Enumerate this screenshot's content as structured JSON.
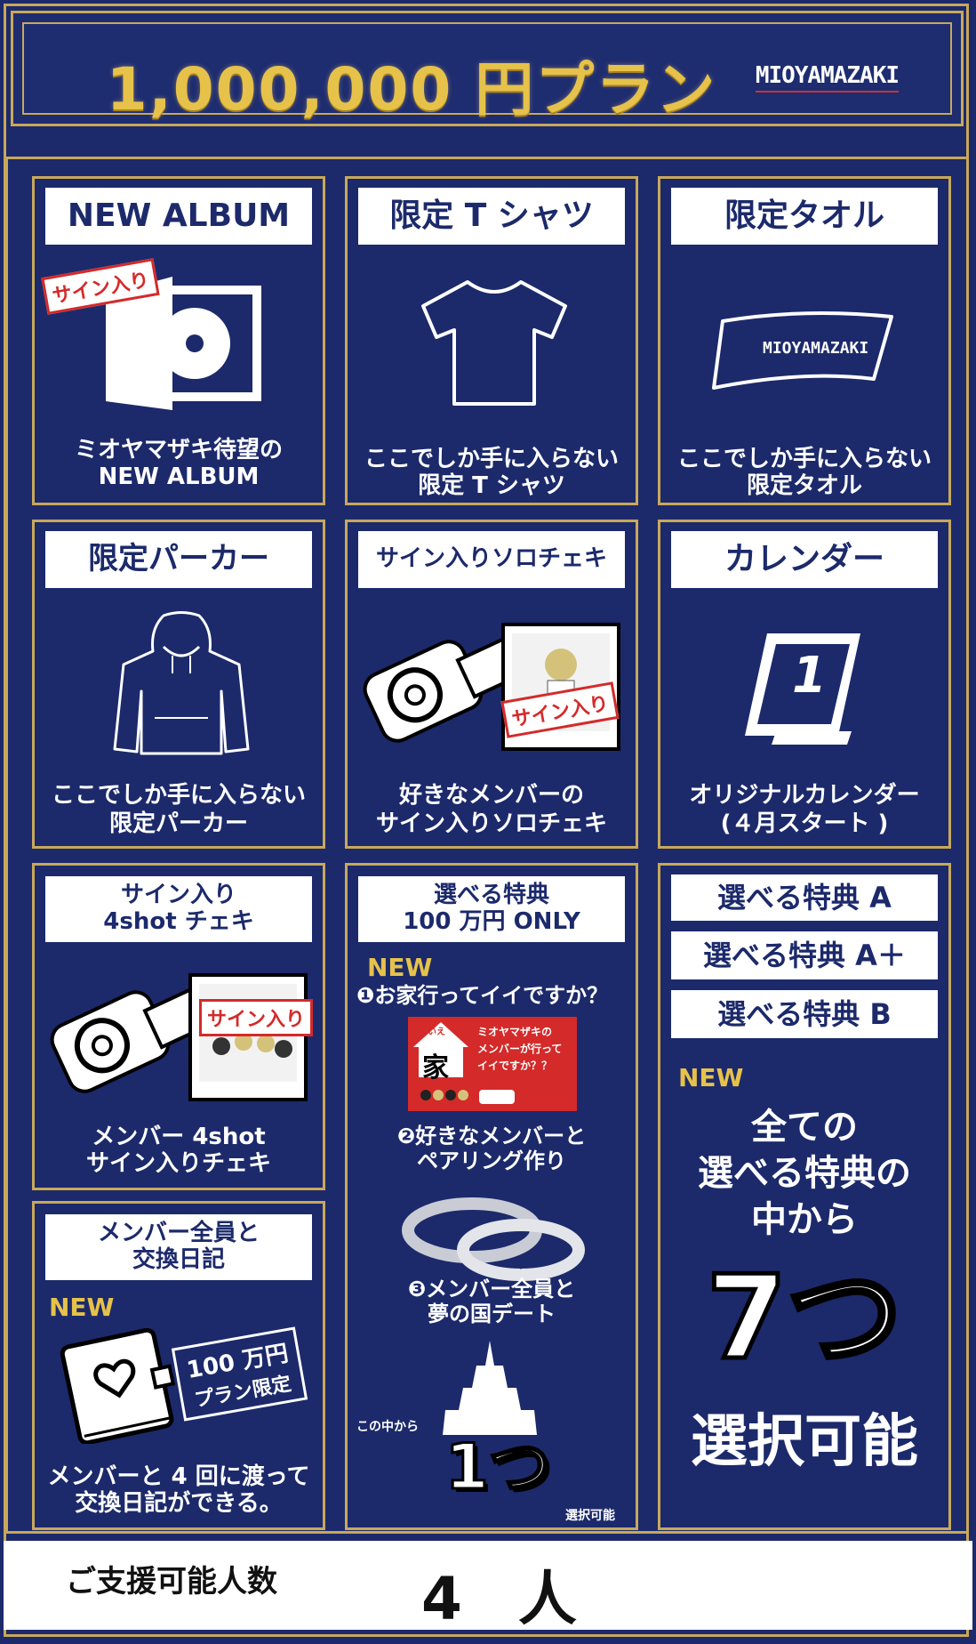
{
  "header": {
    "title": "1,000,000 円プラン",
    "logo": "MIOYAMAZAKI"
  },
  "cards": {
    "album": {
      "title": "NEW ALBUM",
      "badge": "サイン入り",
      "caption1": "ミオヤマザキ待望の",
      "caption2": "NEW ALBUM"
    },
    "tshirt": {
      "title": "限定 T シャツ",
      "caption1": "ここでしか手に入らない",
      "caption2": "限定 T シャツ"
    },
    "towel": {
      "title": "限定タオル",
      "caption1": "ここでしか手に入らない",
      "caption2": "限定タオル",
      "logo": "MIOYAMAZAKI"
    },
    "parka": {
      "title": "限定パーカー",
      "caption1": "ここでしか手に入らない",
      "caption2": "限定パーカー"
    },
    "solo": {
      "title": "サイン入りソロチェキ",
      "badge": "サイン入り",
      "caption1": "好きなメンバーの",
      "caption2": "サイン入りソロチェキ"
    },
    "calendar": {
      "title": "カレンダー",
      "number": "1",
      "caption1": "オリジナルカレンダー",
      "caption2": "(４月スタート )"
    },
    "fourshot": {
      "title1": "サイン入り",
      "title2": "4shot チェキ",
      "badge": "サイン入り",
      "caption1": "メンバー 4shot",
      "caption2": "サイン入りチェキ"
    },
    "diary": {
      "title1": "メンバー全員と",
      "title2": "交換日記",
      "new": "NEW",
      "badge1": "100 万円",
      "badge2": "プラン限定",
      "caption1": "メンバーと 4 回に渡って",
      "caption2": "交換日記ができる。"
    },
    "select": {
      "title1": "選べる特典",
      "title2": "100 万円 ONLY",
      "new": "NEW",
      "item1": "❶お家行ってイイですか？",
      "house_ruby": "いえ",
      "house_char": "家",
      "house_text1": "ミオヤマザキの",
      "house_text2": "メンバーが行って",
      "house_text3": "イイですか？？",
      "item2a": "❷好きなメンバーと",
      "item2b": "ペアリング作り",
      "item3a": "❸メンバー全員と",
      "item3b": "夢の国デート",
      "from": "この中から",
      "count": "1つ",
      "selectable": "選択可能"
    },
    "choose": {
      "btn_a": "選べる特典 A",
      "btn_aplus": "選べる特典 A＋",
      "btn_b": "選べる特典 B",
      "new": "NEW",
      "line1": "全ての",
      "line2": "選べる特典の",
      "line3": "中から",
      "count": "7つ",
      "selectable": "選択可能"
    }
  },
  "footer": {
    "label": "ご支援可能人数",
    "value": "4 人"
  },
  "colors": {
    "navy": "#1c2a6b",
    "gold": "#c8a85a",
    "red": "#d42a2a"
  }
}
